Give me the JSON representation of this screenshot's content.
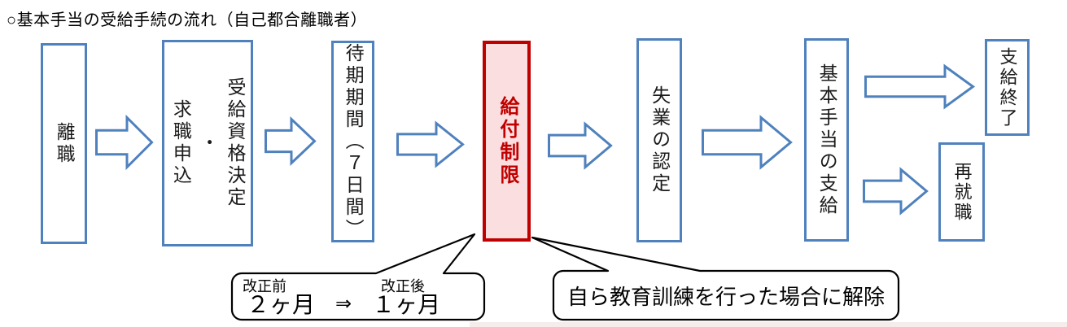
{
  "title": "○基本手当の受給手続の流れ（自己都合離職者）",
  "colors": {
    "blue": "#4F81BD",
    "red": "#C00000",
    "red_fill": "#FBDEE0",
    "ink": "#000000",
    "band": "#F5ECEB"
  },
  "flow": {
    "steps": [
      {
        "id": "rishoku",
        "label": "離職"
      },
      {
        "id": "jukyu",
        "label": "受給資格決定・求職申込",
        "lines": [
          "受給資格決定",
          "・",
          "求職申込"
        ]
      },
      {
        "id": "taiki",
        "label": "待期期間（７日間）"
      },
      {
        "id": "kyufu",
        "label": "給付制限",
        "highlight": "red"
      },
      {
        "id": "shitsugyo",
        "label": "失業の認定"
      },
      {
        "id": "kihon",
        "label": "基本手当の支給"
      },
      {
        "id": "shikyu-end",
        "label": "支給終了"
      },
      {
        "id": "saishushoku",
        "label": "再就職"
      }
    ]
  },
  "callouts": {
    "revision": {
      "before_label": "改正前",
      "after_label": "改正後",
      "before_value": "２ヶ月",
      "arrow_symbol": "⇒",
      "after_value": "１ヶ月"
    },
    "training": {
      "text": "自ら教育訓練を行った場合に解除"
    }
  }
}
